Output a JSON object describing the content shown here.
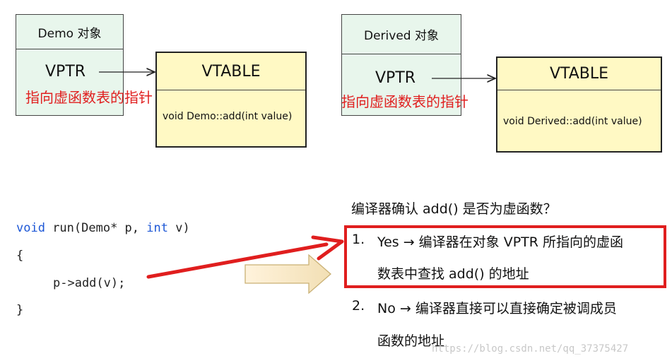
{
  "left": {
    "object_title": "Demo 对象",
    "vptr": "VPTR",
    "note": "指向虚函数表的指针",
    "vtable_title": "VTABLE",
    "vtable_entry": "void Demo::add(int  value)"
  },
  "right": {
    "object_title": "Derived 对象",
    "vptr": "VPTR",
    "note": "指向虚函数表的指针",
    "vtable_title": "VTABLE",
    "vtable_entry": "void Derived::add(int  value)"
  },
  "code": {
    "kw_void": "void",
    "sig_mid": " run(Demo* p, ",
    "kw_int": "int",
    "sig_end": " v)",
    "open_brace": "{",
    "body": "p->add(v);",
    "close_brace": "}"
  },
  "question": "编译器确认 add() 是否为虚函数？",
  "answers": [
    {
      "num": "1.",
      "line1": "Yes → 编译器在对象 VPTR 所指向的虚函",
      "line2": "数表中查找 add() 的地址"
    },
    {
      "num": "2.",
      "line1": "No → 编译器直接可以直接确定被调成员",
      "line2": "函数的地址"
    }
  ],
  "watermark": "https://blog.csdn.net/qq_37375427",
  "colors": {
    "object_fill": "#e8f6ec",
    "vtable_fill": "#fff9c4",
    "note_red": "#e02020",
    "highlight_red": "#e01e1e",
    "keyword_blue": "#1d57d6"
  }
}
